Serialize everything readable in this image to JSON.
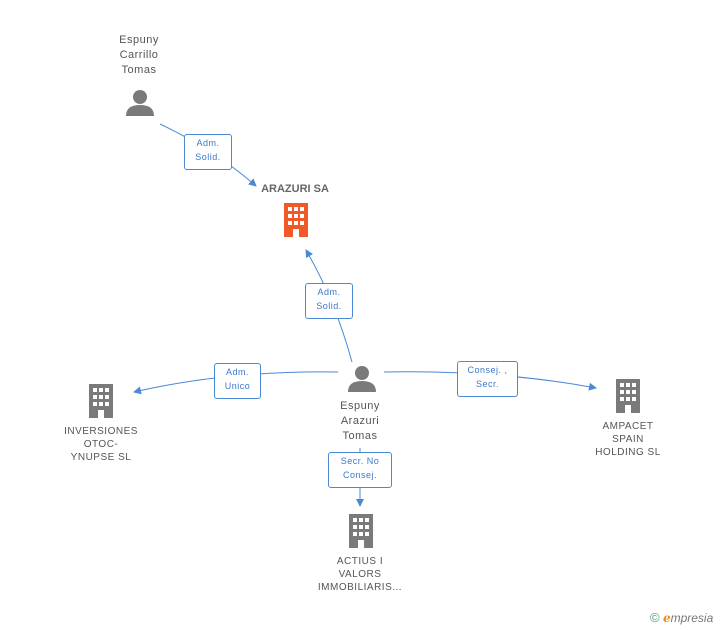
{
  "colors": {
    "edge": "#4a89d6",
    "person": "#7a7a7a",
    "company": "#7a7a7a",
    "main_company": "#f05a28"
  },
  "nodes": {
    "espuny_carrillo": {
      "label_lines": [
        "Espuny",
        "Carrillo",
        "Tomas"
      ],
      "icon": "person-icon"
    },
    "arazuri": {
      "label": "ARAZURI SA",
      "icon": "building-icon"
    },
    "espuny_arazuri": {
      "label_lines": [
        "Espuny",
        "Arazuri",
        "Tomas"
      ],
      "icon": "person-icon"
    },
    "inversiones": {
      "label_lines": [
        "INVERSIONES",
        "OTOC-",
        "YNUPSE  SL"
      ],
      "icon": "building-icon"
    },
    "ampacet": {
      "label_lines": [
        "AMPACET",
        "SPAIN",
        "HOLDING  SL"
      ],
      "icon": "building-icon"
    },
    "actius": {
      "label_lines": [
        "ACTIUS I",
        "VALORS",
        "IMMOBILIARIS..."
      ],
      "icon": "building-icon"
    }
  },
  "edges": {
    "carrillo_to_arazuri": [
      "Adm.",
      "Solid."
    ],
    "arazuri_person_to_arazuri": [
      "Adm.",
      "Solid."
    ],
    "to_inversiones": [
      "Adm.",
      "Unico"
    ],
    "to_ampacet": [
      "Consej. ,",
      "Secr."
    ],
    "to_actius": [
      "Secr.  No",
      "Consej."
    ]
  },
  "watermark": {
    "copyright": "©",
    "brand_initial": "e",
    "brand_rest": "mpresia"
  }
}
